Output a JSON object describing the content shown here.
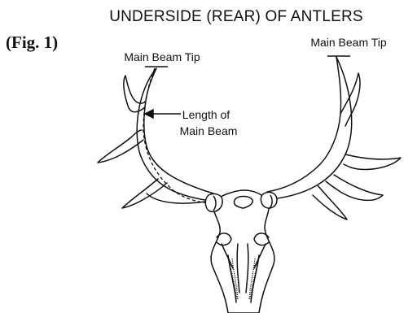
{
  "title": "UNDERSIDE (REAR) OF ANTLERS",
  "figure_label": "(Fig. 1)",
  "labels": {
    "left_tip": "Main Beam Tip",
    "right_tip": "Main Beam Tip",
    "length_line1": "Length of",
    "length_line2": "Main Beam"
  }
}
